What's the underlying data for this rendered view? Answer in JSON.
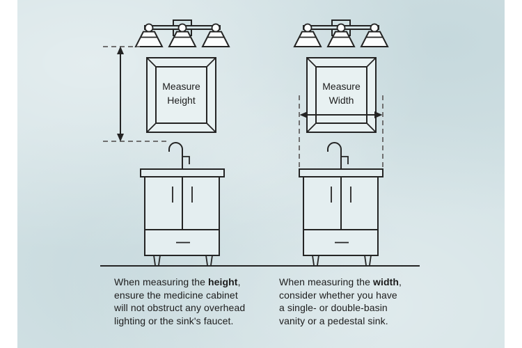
{
  "theme": {
    "page-bg": "#ffffff",
    "panel-bg": "#d3e2e5",
    "ink": "#242424",
    "dash": "#6f6f6f",
    "text": "#1c1c1c",
    "shade-fill": "#fbfdfd",
    "mirror-fill": "#e8f1f2",
    "cabinet-fill": "#e4eef0"
  },
  "icons": {
    "light_fixture": "vanity-light-icon",
    "medicine_cabinet": "medicine-cabinet-icon",
    "faucet": "faucet-icon",
    "vanity": "sink-vanity-icon",
    "vertical_arrow": "height-measure-arrow-icon",
    "horizontal_arrow": "width-measure-arrow-icon",
    "floor": "floor-line"
  },
  "mirrors": {
    "left": {
      "line1": "Measure",
      "line2": "Height"
    },
    "right": {
      "line1": "Measure",
      "line2": "Width"
    }
  },
  "captions": {
    "left": {
      "pre": "When measuring the ",
      "bold": "height",
      "post": ",",
      "line2": "ensure the medicine cabinet",
      "line3": "will not obstruct any overhead",
      "line4": "lighting or the sink's faucet."
    },
    "right": {
      "pre": "When measuring the ",
      "bold": "width",
      "post": ",",
      "line2": "consider whether you have",
      "line3": "a single- or double-basin",
      "line4": "vanity or a pedestal sink."
    }
  }
}
